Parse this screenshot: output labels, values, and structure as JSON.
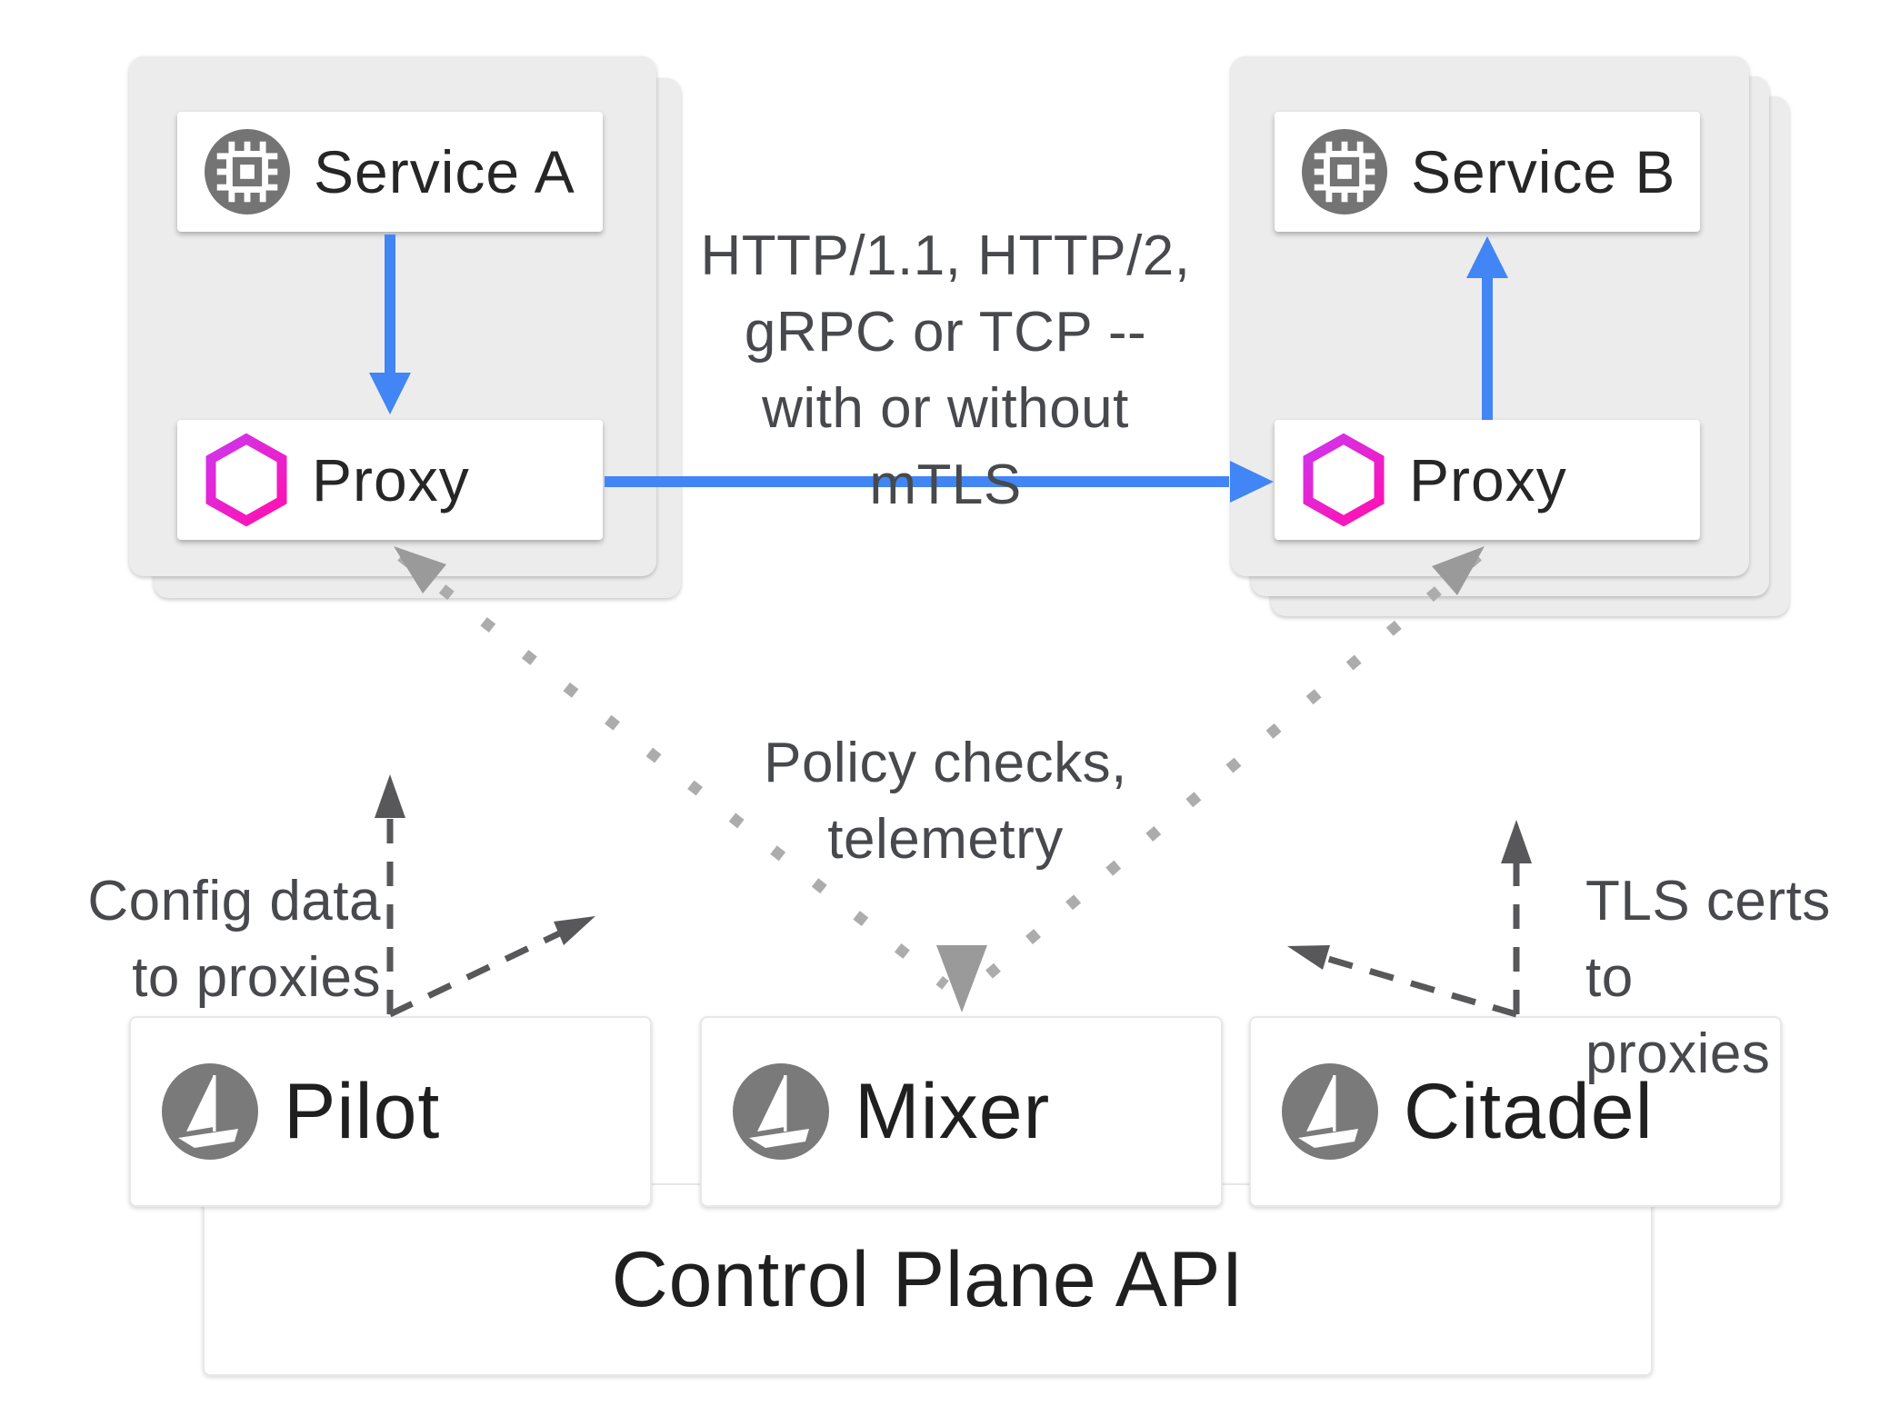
{
  "labels": {
    "service_a": "Service A",
    "service_b": "Service B",
    "proxy_left": "Proxy",
    "proxy_right": "Proxy",
    "traffic": "HTTP/1.1, HTTP/2,\ngRPC or TCP --\nwith or without\nmTLS",
    "policy": "Policy checks,\ntelemetry",
    "config": "Config data\nto proxies",
    "tls_certs": "TLS certs to\nproxies"
  },
  "control_plane": {
    "api_label": "Control Plane API",
    "components": [
      {
        "label": "Pilot",
        "icon": "istio-sail-icon"
      },
      {
        "label": "Mixer",
        "icon": "istio-sail-icon"
      },
      {
        "label": "Citadel",
        "icon": "istio-sail-icon"
      }
    ]
  },
  "icons": {
    "service": "cpu-chip-icon",
    "proxy": "hexagon-proxy-icon",
    "control_plane": "istio-sail-icon"
  },
  "colors": {
    "arrow_blue": "#4285F4",
    "proxy_magenta_start": "#CF35EE",
    "proxy_magenta_end": "#FB14B6",
    "icon_circle_gray": "#747474",
    "dotted_line_gray": "#ACACAC",
    "dotted_head_gray": "#9A9A9A",
    "dashed_arrow_gray": "#58585A",
    "annotation_text_gray": "#47494C",
    "pod_background": "#ECECEC"
  },
  "connections": [
    {
      "from": "Service A",
      "to": "Proxy (left)",
      "style": "solid-blue-arrow"
    },
    {
      "from": "Proxy (left)",
      "to": "Proxy (right)",
      "style": "solid-blue-arrow",
      "label": "HTTP/1.1, HTTP/2, gRPC or TCP -- with or without mTLS"
    },
    {
      "from": "Proxy (right)",
      "to": "Service B",
      "style": "solid-blue-arrow"
    },
    {
      "from": "Mixer",
      "to": "Proxy (left) and Proxy (right)",
      "style": "dotted-gray-bidirectional",
      "label": "Policy checks, telemetry"
    },
    {
      "from": "Pilot",
      "to": "proxies",
      "style": "dashed-gray-arrows",
      "label": "Config data to proxies"
    },
    {
      "from": "Citadel",
      "to": "proxies",
      "style": "dashed-gray-arrows",
      "label": "TLS certs to proxies"
    }
  ]
}
